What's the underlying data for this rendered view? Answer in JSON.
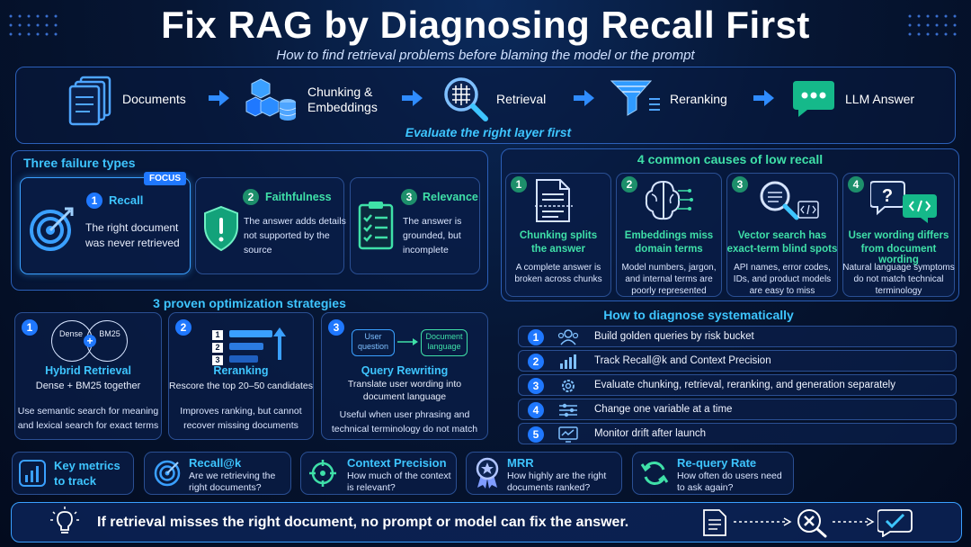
{
  "header": {
    "title": "Fix RAG by Diagnosing Recall First",
    "subtitle": "How to find retrieval problems before blaming the model or the prompt"
  },
  "pipeline": {
    "steps": [
      "Documents",
      "Chunking &",
      "Embeddings",
      "Retrieval",
      "Reranking",
      "LLM Answer"
    ],
    "caption": "Evaluate the right layer first"
  },
  "failures": {
    "title": "Three failure types",
    "focus_badge": "FOCUS",
    "items": [
      {
        "num": "1",
        "name": "Recall",
        "line1": "The right document",
        "line2": "was never retrieved",
        "line3": ""
      },
      {
        "num": "2",
        "name": "Faithfulness",
        "line1": "The answer adds details",
        "line2": "not supported by the",
        "line3": "source"
      },
      {
        "num": "3",
        "name": "Relevance",
        "line1": "The answer is",
        "line2": "grounded, but",
        "line3": "incomplete"
      }
    ]
  },
  "causes": {
    "title": "4 common causes of low recall",
    "items": [
      {
        "num": "1",
        "t1": "Chunking splits",
        "t2": "the answer",
        "d1": "A complete answer is",
        "d2": "broken across chunks",
        "d3": ""
      },
      {
        "num": "2",
        "t1": "Embeddings miss",
        "t2": "domain terms",
        "d1": "Model numbers, jargon,",
        "d2": "and internal terms are",
        "d3": "poorly represented"
      },
      {
        "num": "3",
        "t1": "Vector search has",
        "t2": "exact-term blind spots",
        "d1": "API names, error codes,",
        "d2": "IDs, and product models",
        "d3": "are easy to miss"
      },
      {
        "num": "4",
        "t1": "User wording differs",
        "t2": "from document wording",
        "d1": "Natural language symptoms",
        "d2": "do not match technical",
        "d3": "terminology"
      }
    ]
  },
  "strategies": {
    "title": "3 proven optimization strategies",
    "hybrid": {
      "num": "1",
      "dense": "Dense",
      "bm25": "BM25",
      "name": "Hybrid Retrieval",
      "sub": "Dense + BM25 together",
      "d1": "Use semantic search for meaning",
      "d2": "and lexical search for exact terms"
    },
    "rerank": {
      "num": "2",
      "n1": "1",
      "n2": "2",
      "n3": "3",
      "name": "Reranking",
      "sub": "Rescore the top 20–50 candidates",
      "d1": "Improves ranking, but cannot",
      "d2": "recover missing documents"
    },
    "rewrite": {
      "num": "3",
      "user1": "User",
      "user2": "question",
      "doc1": "Document",
      "doc2": "language",
      "name": "Query Rewriting",
      "sub1": "Translate user wording into",
      "sub2": "document language",
      "d1": "Useful when user phrasing and",
      "d2": "technical terminology do not match"
    }
  },
  "diagnose": {
    "title": "How to diagnose systematically",
    "steps": [
      {
        "num": "1",
        "text": "Build golden queries by risk bucket"
      },
      {
        "num": "2",
        "text": "Track Recall@k and Context Precision"
      },
      {
        "num": "3",
        "text": "Evaluate chunking, retrieval, reranking, and generation separately"
      },
      {
        "num": "4",
        "text": "Change one variable at a time"
      },
      {
        "num": "5",
        "text": "Monitor drift after launch"
      }
    ]
  },
  "metrics": {
    "label1": "Key metrics",
    "label2": "to track",
    "items": [
      {
        "name": "Recall@k",
        "d1": "Are we retrieving the",
        "d2": "right documents?"
      },
      {
        "name": "Context Precision",
        "d1": "How much of the context",
        "d2": "is relevant?"
      },
      {
        "name": "MRR",
        "d1": "How highly are the right",
        "d2": "documents ranked?"
      },
      {
        "name": "Re-query Rate",
        "d1": "How often do users need",
        "d2": "to ask again?"
      }
    ]
  },
  "footer": {
    "message": "If retrieval misses the right document, no prompt or model can fix the answer."
  },
  "colors": {
    "accent_cyan": "#3ec5ff",
    "accent_green": "#3fe0a8",
    "accent_blue": "#1f78ff",
    "background": "#061634"
  }
}
